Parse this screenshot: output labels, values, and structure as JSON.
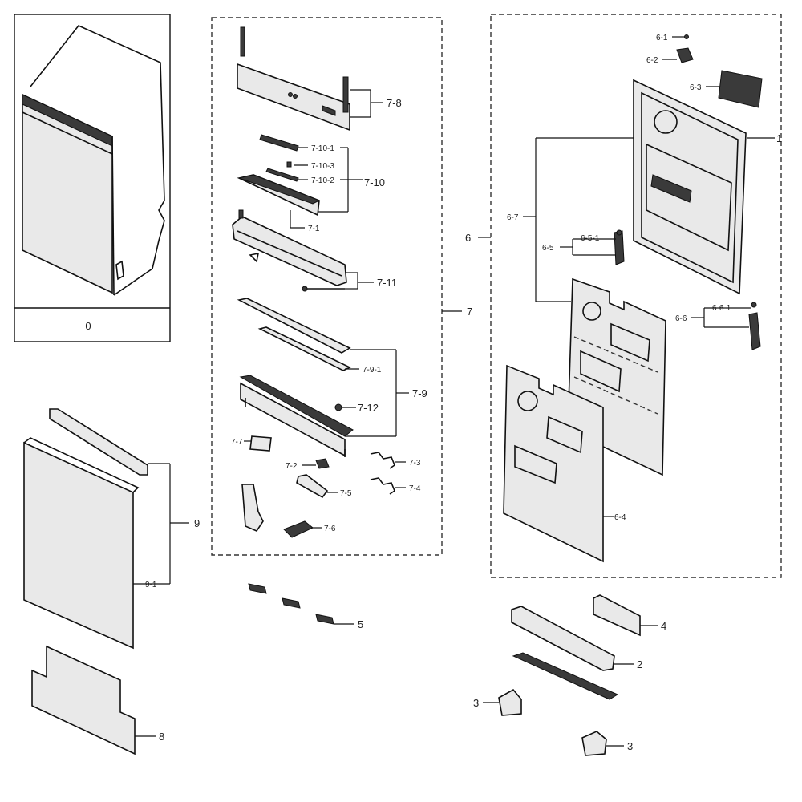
{
  "diagram": {
    "labels": {
      "l0": "0",
      "l1": "1",
      "l2": "2",
      "l3a": "3",
      "l3b": "3",
      "l4": "4",
      "l5": "5",
      "l6": "6",
      "l6_1": "6-1",
      "l6_2": "6-2",
      "l6_3": "6-3",
      "l6_4": "6-4",
      "l6_5": "6-5",
      "l6_5_1": "6-5-1",
      "l6_6": "6-6",
      "l6_6_1": "6-6-1",
      "l6_7": "6-7",
      "l7": "7",
      "l7_1": "7-1",
      "l7_2": "7-2",
      "l7_3": "7-3",
      "l7_4": "7-4",
      "l7_5": "7-5",
      "l7_6": "7-6",
      "l7_7": "7-7",
      "l7_8": "7-8",
      "l7_9": "7-9",
      "l7_9_1": "7-9-1",
      "l7_10": "7-10",
      "l7_10_1": "7-10-1",
      "l7_10_2": "7-10-2",
      "l7_10_3": "7-10-3",
      "l7_11": "7-11",
      "l7_12": "7-12",
      "l8": "8",
      "l9": "9",
      "l9_1": "9-1"
    }
  }
}
